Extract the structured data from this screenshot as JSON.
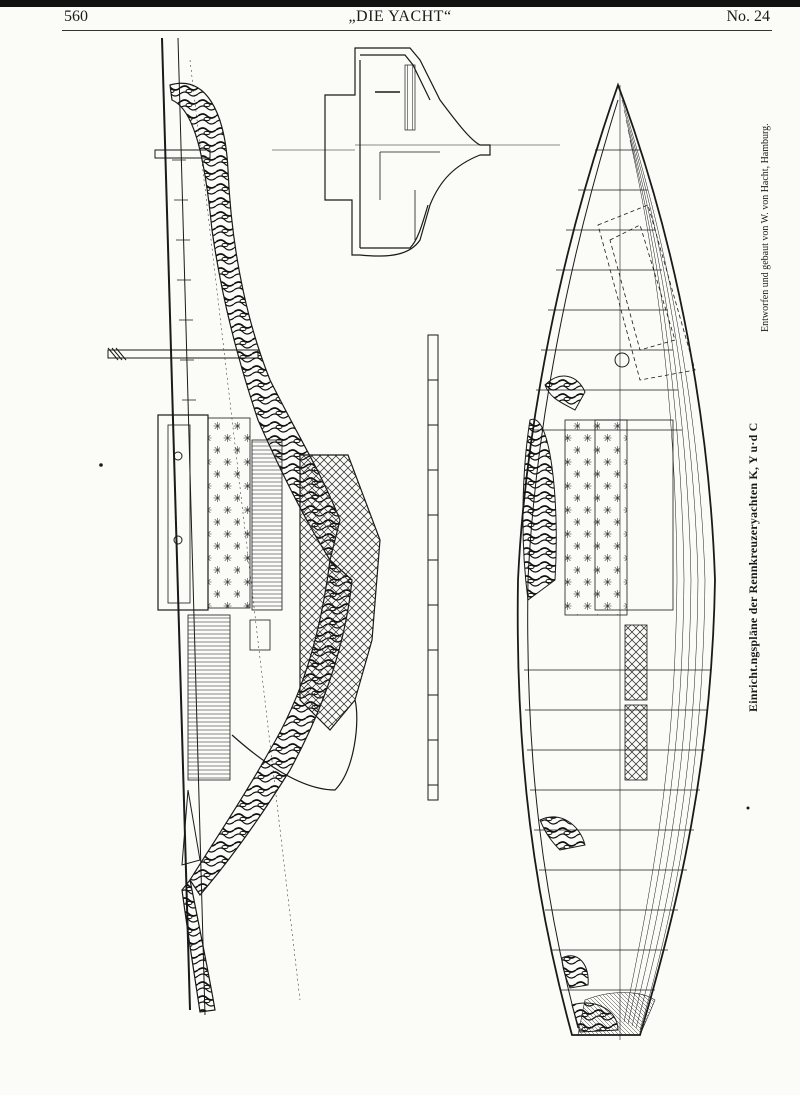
{
  "header": {
    "page_number": "560",
    "journal_title": "„DIE YACHT“",
    "issue": "No. 24"
  },
  "figure": {
    "caption": "Einricht.ngspläne der Rennkreuzeryachten K, Y u·d C",
    "credit": "Entworfen und gebaut von W. von Hacht, Hamburg."
  },
  "colors": {
    "ink": "#1a1a1a",
    "paper": "#fbfbf8"
  }
}
